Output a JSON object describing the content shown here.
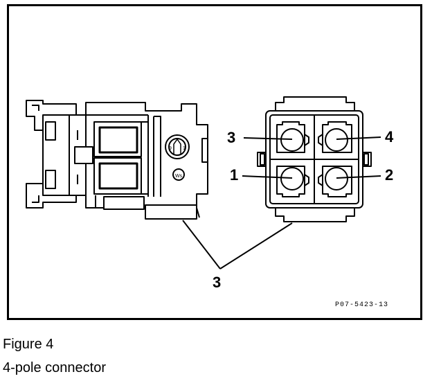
{
  "figure": {
    "callouts": {
      "pin_3": "3",
      "pin_4": "4",
      "pin_1": "1",
      "pin_2": "2",
      "housing": "3"
    },
    "reference_code": "P07-5423-13"
  },
  "caption": {
    "figure_label": "Figure 4",
    "title": "4-pole connector"
  }
}
